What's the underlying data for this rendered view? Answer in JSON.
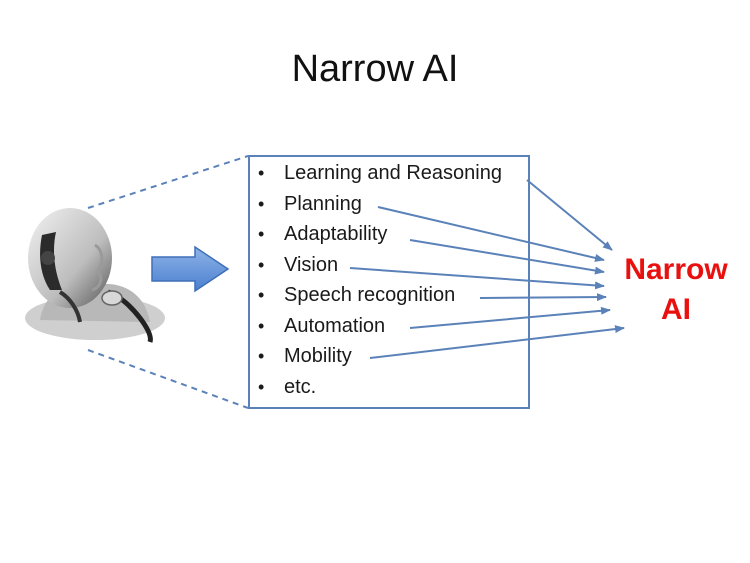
{
  "title": "Narrow AI",
  "items": [
    "Learning and Reasoning",
    "Planning",
    "Adaptability",
    "Vision",
    "Speech recognition",
    "Automation",
    "Mobility",
    "etc."
  ],
  "target": {
    "line1": "Narrow",
    "line2": "AI"
  },
  "colors": {
    "arrow": "#5b82b8",
    "target_text": "#e8110f",
    "box_border": "#5b82b8",
    "block_arrow": "#5b8ed6"
  },
  "icons": {
    "robot": "robot-head-icon",
    "block_arrow": "right-arrow-icon"
  }
}
